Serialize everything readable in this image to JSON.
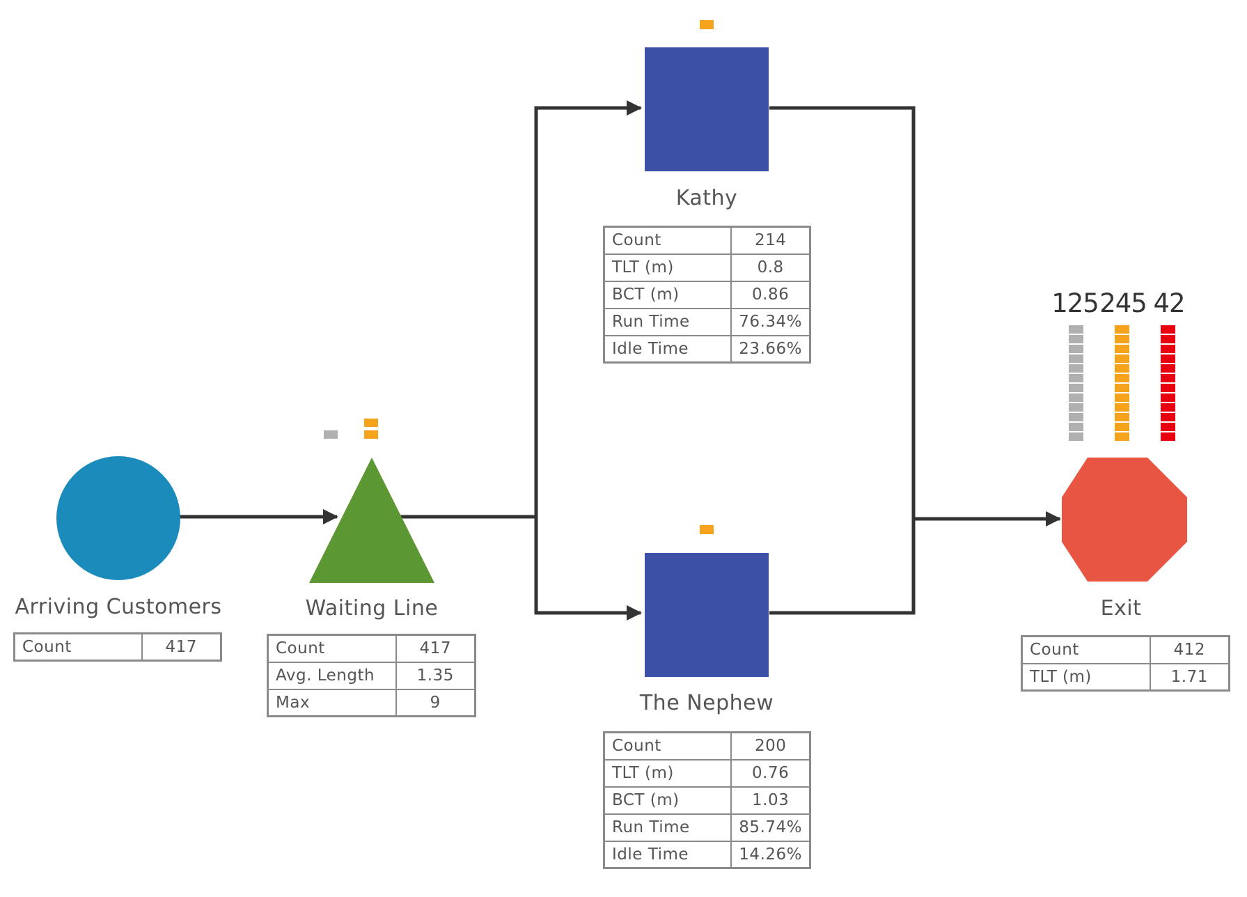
{
  "nodes": {
    "arriving": {
      "label": "Arriving Customers",
      "color": "#1b8bbb",
      "stats": [
        {
          "k": "Count",
          "v": "417"
        }
      ]
    },
    "waiting": {
      "label": "Waiting Line",
      "color": "#5b9733",
      "stats": [
        {
          "k": "Count",
          "v": "417"
        },
        {
          "k": "Avg. Length",
          "v": "1.35"
        },
        {
          "k": "Max",
          "v": "9"
        }
      ],
      "queue_indicators": {
        "gray": 1,
        "orange": 2
      }
    },
    "kathy": {
      "label": "Kathy",
      "color": "#3c51a6",
      "stats": [
        {
          "k": "Count",
          "v": "214"
        },
        {
          "k": "TLT (m)",
          "v": "0.8"
        },
        {
          "k": "BCT (m)",
          "v": "0.86"
        },
        {
          "k": "Run Time",
          "v": "76.34%"
        },
        {
          "k": "Idle Time",
          "v": "23.66%"
        }
      ],
      "busy_indicators": 1
    },
    "nephew": {
      "label": "The Nephew",
      "color": "#3c51a6",
      "stats": [
        {
          "k": "Count",
          "v": "200"
        },
        {
          "k": "TLT (m)",
          "v": "0.76"
        },
        {
          "k": "BCT (m)",
          "v": "1.03"
        },
        {
          "k": "Run Time",
          "v": "85.74%"
        },
        {
          "k": "Idle Time",
          "v": "14.26%"
        }
      ],
      "busy_indicators": 1
    },
    "exit": {
      "label": "Exit",
      "color": "#e85643",
      "stats": [
        {
          "k": "Count",
          "v": "412"
        },
        {
          "k": "TLT (m)",
          "v": "1.71"
        }
      ],
      "counters": [
        {
          "value": "125",
          "color": "#b0b0b0"
        },
        {
          "value": "245",
          "color": "#f5a21c"
        },
        {
          "value": "42",
          "color": "#e8000f"
        }
      ]
    }
  },
  "colors": {
    "connector": "#333333",
    "table_border": "#8a8a8a",
    "text": "#555555",
    "indicator_orange": "#f5a21c",
    "indicator_gray": "#b0b0b0",
    "indicator_red": "#e8000f"
  }
}
